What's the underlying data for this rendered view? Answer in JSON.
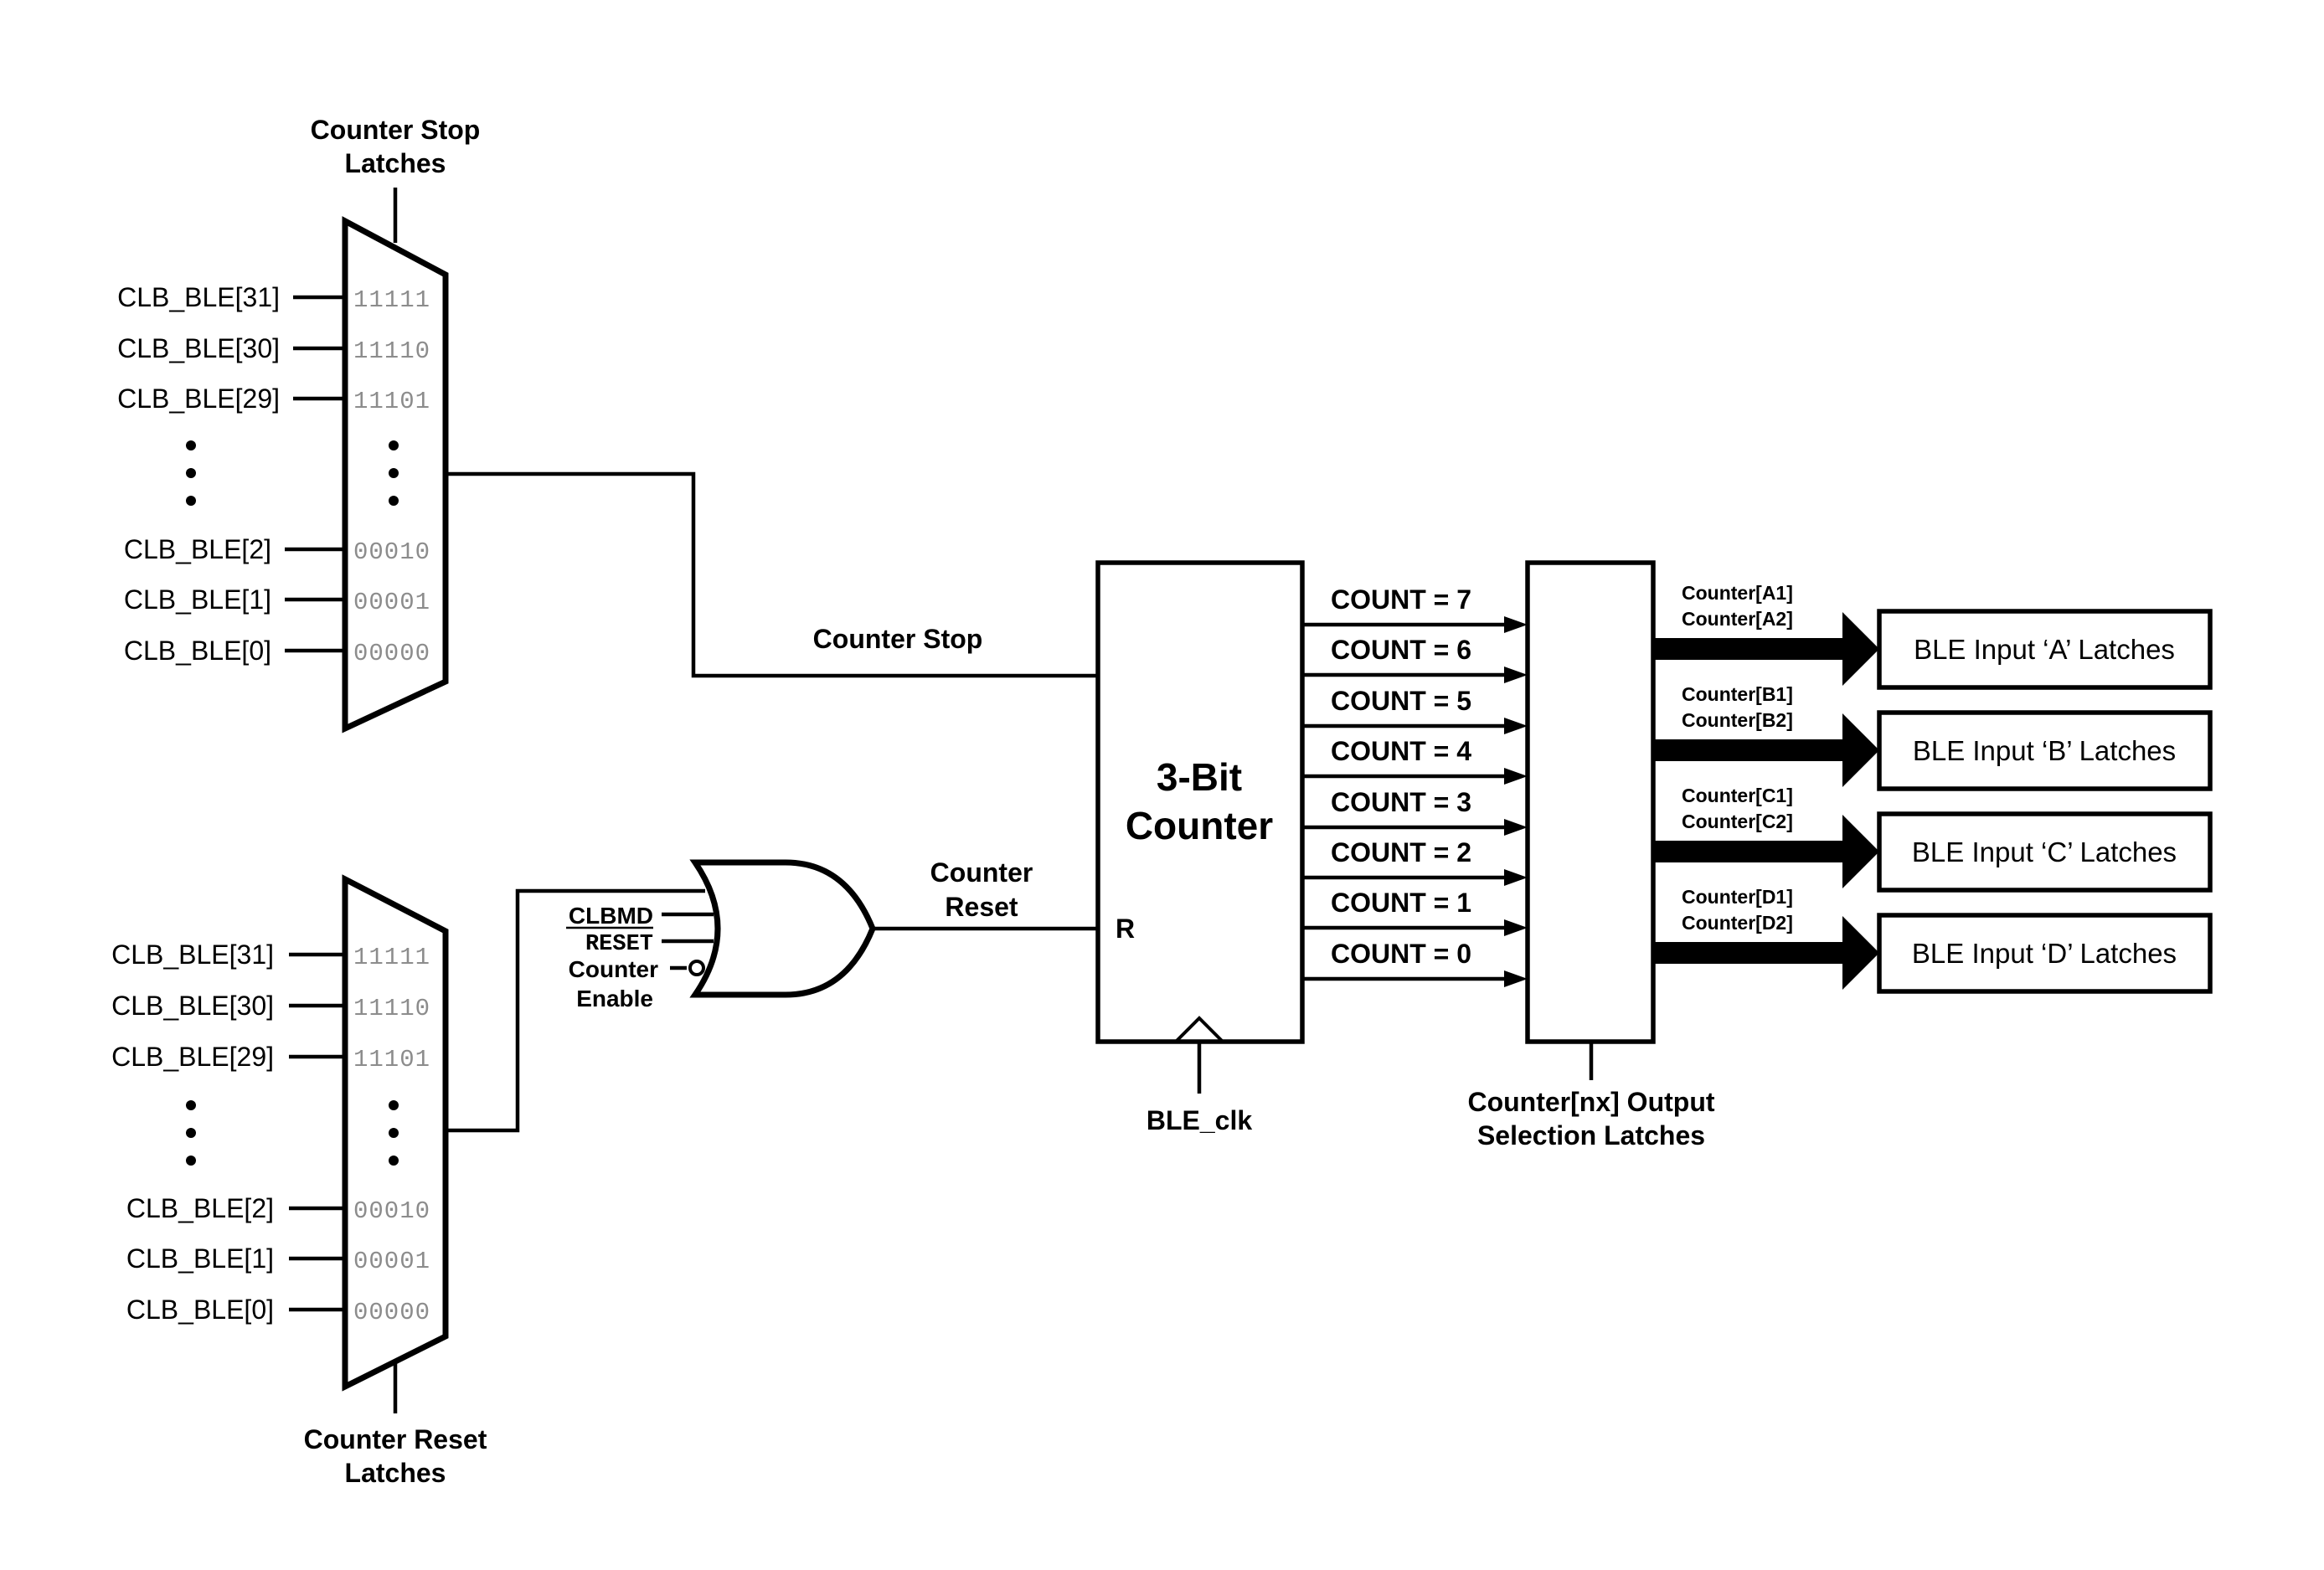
{
  "stop_mux": {
    "title_lines": [
      "Counter Stop",
      "Latches"
    ],
    "inputs": [
      {
        "label": "CLB_BLE[31]",
        "code": "11111"
      },
      {
        "label": "CLB_BLE[30]",
        "code": "11110"
      },
      {
        "label": "CLB_BLE[29]",
        "code": "11101"
      },
      {
        "label": "CLB_BLE[2]",
        "code": "00010"
      },
      {
        "label": "CLB_BLE[1]",
        "code": "00001"
      },
      {
        "label": "CLB_BLE[0]",
        "code": "00000"
      }
    ]
  },
  "reset_mux": {
    "title_lines": [
      "Counter Reset",
      "Latches"
    ],
    "inputs": [
      {
        "label": "CLB_BLE[31]",
        "code": "11111"
      },
      {
        "label": "CLB_BLE[30]",
        "code": "11110"
      },
      {
        "label": "CLB_BLE[29]",
        "code": "11101"
      },
      {
        "label": "CLB_BLE[2]",
        "code": "00010"
      },
      {
        "label": "CLB_BLE[1]",
        "code": "00001"
      },
      {
        "label": "CLB_BLE[0]",
        "code": "00000"
      }
    ]
  },
  "counter_stop_label": "Counter Stop",
  "or_gate": {
    "inputs": [
      "CLBMD",
      "RESET",
      "Counter",
      "Enable"
    ],
    "output_lines": [
      "Counter",
      "Reset"
    ]
  },
  "counter": {
    "title_lines": [
      "3-Bit",
      "Counter"
    ],
    "reset_pin": "R",
    "clock_label": "BLE_clk"
  },
  "count_outputs": [
    "COUNT = 7",
    "COUNT = 6",
    "COUNT = 5",
    "COUNT = 4",
    "COUNT = 3",
    "COUNT = 2",
    "COUNT = 1",
    "COUNT = 0"
  ],
  "selector": {
    "title_lines": [
      "Counter[nx] Output",
      "Selection Latches"
    ]
  },
  "outputs": [
    {
      "signals": [
        "Counter[A1]",
        "Counter[A2]"
      ],
      "latch": "BLE Input ‘A’ Latches"
    },
    {
      "signals": [
        "Counter[B1]",
        "Counter[B2]"
      ],
      "latch": "BLE Input ‘B’ Latches"
    },
    {
      "signals": [
        "Counter[C1]",
        "Counter[C2]"
      ],
      "latch": "BLE Input ‘C’ Latches"
    },
    {
      "signals": [
        "Counter[D1]",
        "Counter[D2]"
      ],
      "latch": "BLE Input ‘D’ Latches"
    }
  ]
}
